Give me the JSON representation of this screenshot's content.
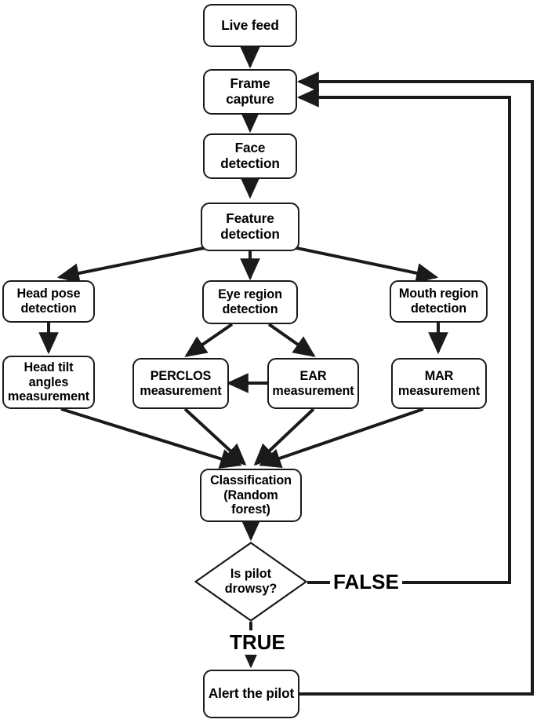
{
  "diagram": {
    "title": "Pilot drowsiness detection flowchart",
    "type": "flowchart",
    "colors": {
      "stroke": "#1a1a1a",
      "fill": "#ffffff",
      "text": "#000000"
    },
    "nodes": [
      {
        "id": "live_feed",
        "label": "Live feed",
        "shape": "rounded-rect"
      },
      {
        "id": "frame_capture",
        "label": "Frame\ncapture",
        "shape": "rounded-rect"
      },
      {
        "id": "face_detection",
        "label": "Face\ndetection",
        "shape": "rounded-rect"
      },
      {
        "id": "feature_detection",
        "label": "Feature\ndetection",
        "shape": "rounded-rect"
      },
      {
        "id": "head_pose",
        "label": "Head pose\ndetection",
        "shape": "rounded-rect"
      },
      {
        "id": "eye_region",
        "label": "Eye region\ndetection",
        "shape": "rounded-rect"
      },
      {
        "id": "mouth_region",
        "label": "Mouth region\ndetection",
        "shape": "rounded-rect"
      },
      {
        "id": "head_tilt",
        "label": "Head tilt\nangles\nmeasurement",
        "shape": "rounded-rect"
      },
      {
        "id": "perclos",
        "label": "PERCLOS\nmeasurement",
        "shape": "rounded-rect"
      },
      {
        "id": "ear",
        "label": "EAR\nmeasurement",
        "shape": "rounded-rect"
      },
      {
        "id": "mar",
        "label": "MAR\nmeasurement",
        "shape": "rounded-rect"
      },
      {
        "id": "classification",
        "label": "Classification\n(Random\nforest)",
        "shape": "rounded-rect"
      },
      {
        "id": "decision",
        "label": "Is pilot\ndrowsy?",
        "shape": "diamond"
      },
      {
        "id": "alert",
        "label": "Alert the pilot",
        "shape": "rounded-rect"
      }
    ],
    "edge_labels": {
      "decision_false": "FALSE",
      "decision_true": "TRUE"
    },
    "edges": [
      {
        "from": "live_feed",
        "to": "frame_capture",
        "label": ""
      },
      {
        "from": "frame_capture",
        "to": "face_detection",
        "label": ""
      },
      {
        "from": "face_detection",
        "to": "feature_detection",
        "label": ""
      },
      {
        "from": "feature_detection",
        "to": "head_pose",
        "label": ""
      },
      {
        "from": "feature_detection",
        "to": "eye_region",
        "label": ""
      },
      {
        "from": "feature_detection",
        "to": "mouth_region",
        "label": ""
      },
      {
        "from": "head_pose",
        "to": "head_tilt",
        "label": ""
      },
      {
        "from": "eye_region",
        "to": "perclos",
        "label": ""
      },
      {
        "from": "eye_region",
        "to": "ear",
        "label": ""
      },
      {
        "from": "ear",
        "to": "perclos",
        "label": ""
      },
      {
        "from": "mouth_region",
        "to": "mar",
        "label": ""
      },
      {
        "from": "head_tilt",
        "to": "classification",
        "label": ""
      },
      {
        "from": "perclos",
        "to": "classification",
        "label": ""
      },
      {
        "from": "ear",
        "to": "classification",
        "label": ""
      },
      {
        "from": "mar",
        "to": "classification",
        "label": ""
      },
      {
        "from": "classification",
        "to": "decision",
        "label": ""
      },
      {
        "from": "decision",
        "to": "alert",
        "label": "TRUE"
      },
      {
        "from": "decision",
        "to": "frame_capture",
        "label": "FALSE"
      },
      {
        "from": "alert",
        "to": "frame_capture",
        "label": ""
      }
    ]
  }
}
